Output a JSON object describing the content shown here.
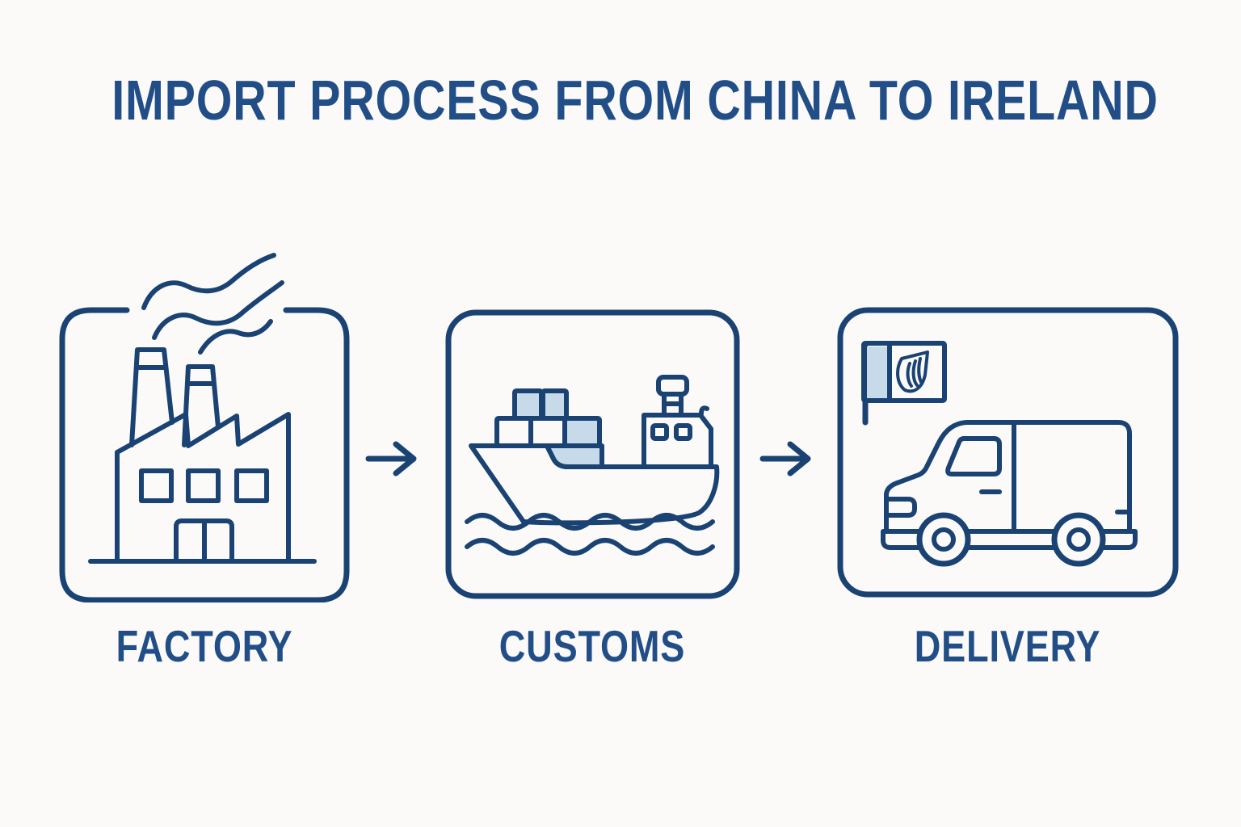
{
  "title": "IMPORT PROCESS FROM CHINA TO IRELAND",
  "colors": {
    "ink": "#1a4374",
    "text": "#224e87",
    "fill_light": "#c7dae9",
    "background": "#fbfaf8"
  },
  "steps": [
    {
      "label": "FACTORY",
      "icon": "factory-icon"
    },
    {
      "label": "CUSTOMS",
      "icon": "cargo-ship-icon"
    },
    {
      "label": "DELIVERY",
      "icon": "delivery-truck-icon",
      "flag": "irish-harp-flag-icon"
    }
  ],
  "connectors": [
    {
      "icon": "arrow-right-icon"
    },
    {
      "icon": "arrow-right-icon"
    }
  ]
}
